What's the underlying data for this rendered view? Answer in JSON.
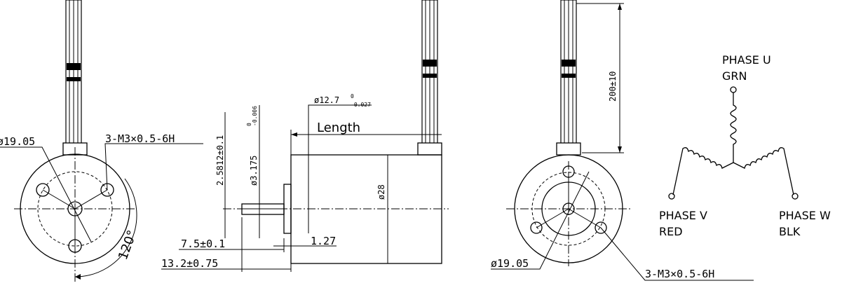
{
  "front_view_left": {
    "pcd_label": "ø19.05",
    "thread_label": "3-M3×0.5-6H",
    "angle_label": "120°"
  },
  "side_view": {
    "shaft_dim_label": "2.5812±0.1",
    "shaft_dia_label": "ø3.175",
    "shaft_dia_tol_upper": "0",
    "shaft_dia_tol_lower": "-0.006",
    "pilot_dia_label": "ø12.7",
    "pilot_tol_upper": "0",
    "pilot_tol_lower": "-0.027",
    "length_label": "Length",
    "body_dia_label": "ø28",
    "dim_a": "7.5±0.1",
    "dim_b": "1.27",
    "dim_c": "13.2±0.75"
  },
  "rear_view": {
    "lead_length_label": "200±10",
    "pcd_label": "ø19.05",
    "thread_label": "3-M3×0.5-6H"
  },
  "wiring": {
    "phase_u": "PHASE U",
    "phase_u_color": "GRN",
    "phase_v": "PHASE V",
    "phase_v_color": "RED",
    "phase_w": "PHASE W",
    "phase_w_color": "BLK"
  }
}
